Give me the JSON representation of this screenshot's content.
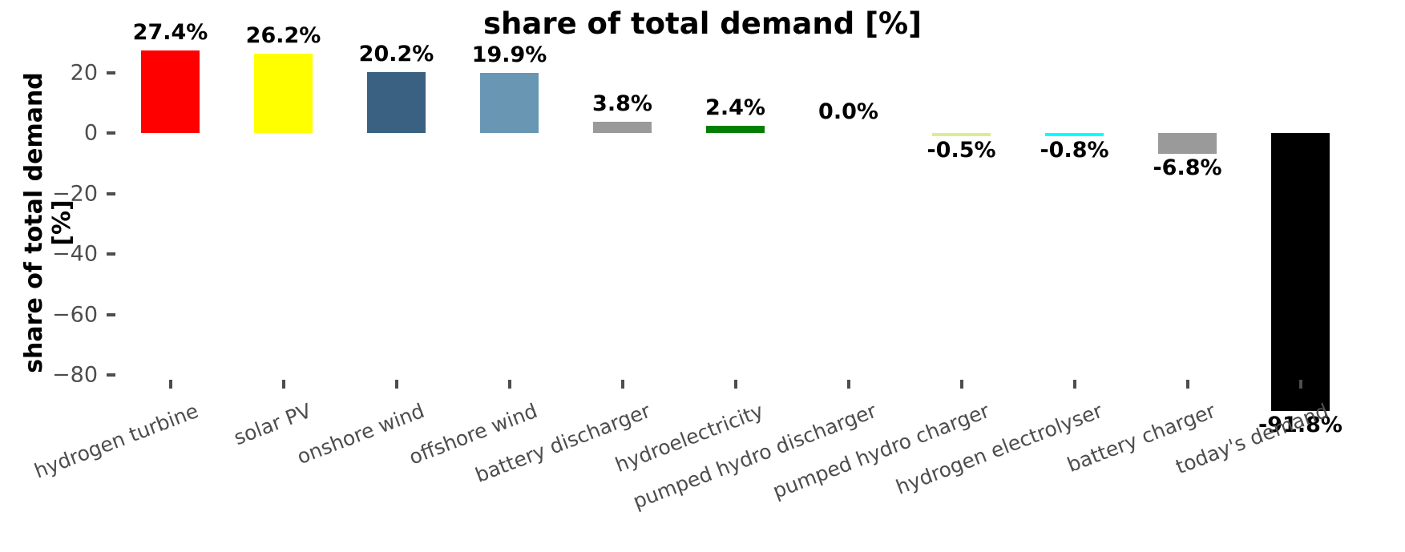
{
  "chart": {
    "title": "share of total demand [%]",
    "ylabel": "share of total demand [%]"
  },
  "chart_data": {
    "type": "bar",
    "title": "share of total demand [%]",
    "xlabel": "",
    "ylabel": "share of total demand [%]",
    "ylim": [
      -100,
      32
    ],
    "grid": false,
    "legend": "none",
    "yticks": [
      20,
      0,
      -20,
      -40,
      -60,
      -80
    ],
    "ytick_labels": [
      "20",
      "0",
      "−20",
      "−40",
      "−60",
      "−80"
    ],
    "categories": [
      "hydrogen turbine",
      "solar PV",
      "onshore wind",
      "offshore wind",
      "battery discharger",
      "hydroelectricity",
      "pumped hydro discharger",
      "pumped hydro charger",
      "hydrogen electrolyser",
      "battery charger",
      "today's demand"
    ],
    "values": [
      27.4,
      26.2,
      20.2,
      19.9,
      3.8,
      2.4,
      0.0,
      -0.5,
      -0.8,
      -6.8,
      -91.8
    ],
    "value_labels": [
      "27.4%",
      "26.2%",
      "20.2%",
      "19.9%",
      "3.8%",
      "2.4%",
      "0.0%",
      "-0.5%",
      "-0.8%",
      "-6.8%",
      "-91.8%"
    ],
    "colors": [
      "#ff0000",
      "#ffff00",
      "#3b6182",
      "#6996b3",
      "#9a9a9a",
      "#008000",
      "#cccccc",
      "#d9ee8f",
      "#00ffff",
      "#9a9a9a",
      "#000000"
    ]
  }
}
